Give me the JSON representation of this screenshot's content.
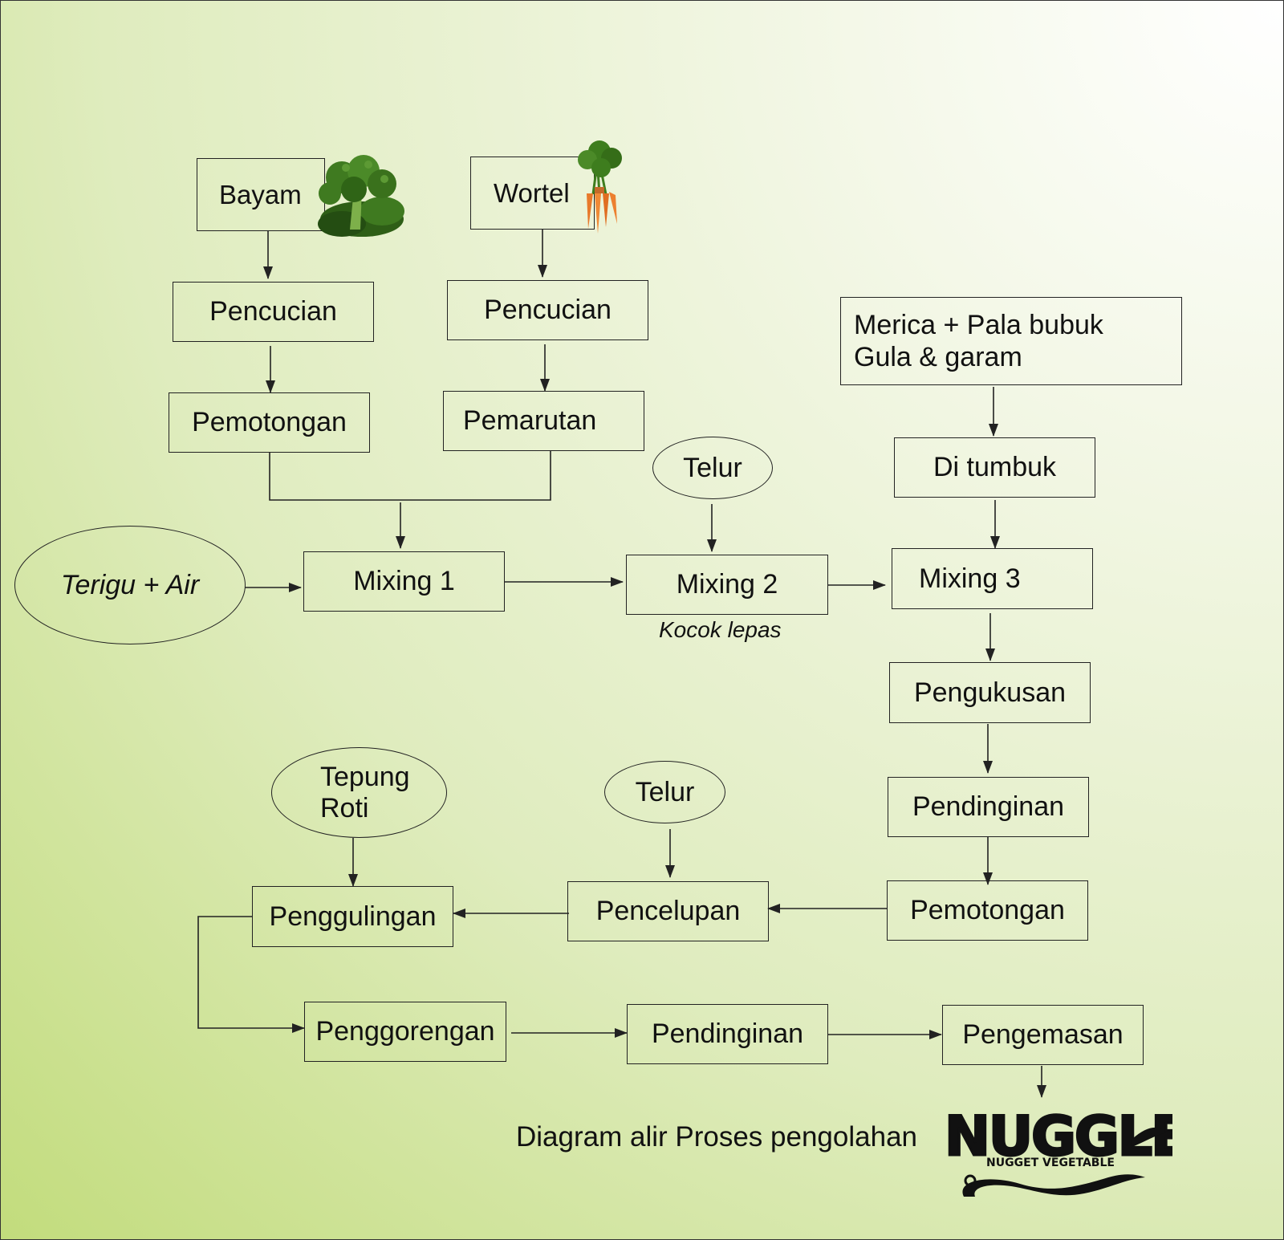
{
  "colors": {
    "background_light": "#ffffff",
    "background_mid": "#dfecbe",
    "background_dark": "#c2dc7c",
    "stroke": "#222222",
    "carrot": "#e8792b",
    "leaf": "#3e7d1e"
  },
  "nodes": {
    "bayam": "Bayam",
    "wortel": "Wortel",
    "pencucian_1": "Pencucian",
    "pencucian_2": "Pencucian",
    "pemotongan_1": "Pemotongan",
    "pemarutan": "Pemarutan",
    "merica_line1": "Merica + Pala bubuk",
    "merica_line2": "Gula & garam",
    "di_tumbuk": "Di tumbuk",
    "telur_1": "Telur",
    "terigu_air": "Terigu + Air",
    "mixing_1": "Mixing 1",
    "mixing_2": "Mixing 2",
    "mixing_2_note": "Kocok lepas",
    "mixing_3": "Mixing 3",
    "pengukusan": "Pengukusan",
    "pendinginan_1": "Pendinginan",
    "tepung_roti_line1": "Tepung",
    "tepung_roti_line2": "Roti",
    "telur_2": "Telur",
    "pemotongan_2": "Pemotongan",
    "pencelupan": "Pencelupan",
    "penggulingan": "Penggulingan",
    "penggorengan": "Penggorengan",
    "pendinginan_2": "Pendinginan",
    "pengemasan": "Pengemasan"
  },
  "caption": "Diagram alir Proses pengolahan",
  "logo": {
    "brand": "NUGGLE",
    "tagline": "NUGGET VEGETABLE"
  },
  "icons": [
    "broccoli-spinach-icon",
    "carrot-bunch-icon"
  ]
}
